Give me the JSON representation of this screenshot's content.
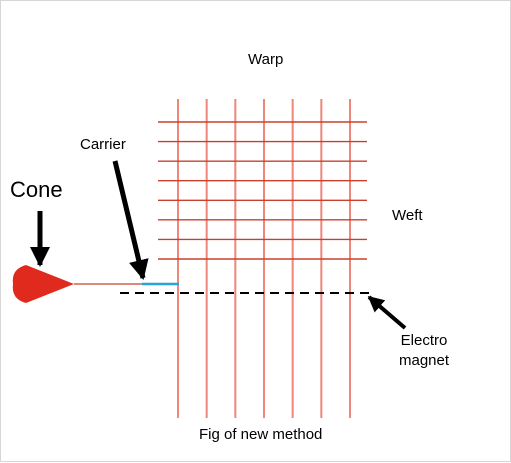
{
  "labels": {
    "warp": "Warp",
    "weft": "Weft",
    "carrier": "Carrier",
    "cone": "Cone",
    "electro_magnet_line1": "Electro",
    "electro_magnet_line2": "magnet",
    "caption": "Fig of new method"
  },
  "diagram": {
    "warp_thread_count": 7,
    "weft_thread_count": 8
  },
  "colors": {
    "warp": "#f0857a",
    "weft": "#c8402c",
    "cone": "#e02a1e",
    "carrier": "#29a3d9",
    "arrow": "#000000",
    "magnet_line": "#000000"
  }
}
